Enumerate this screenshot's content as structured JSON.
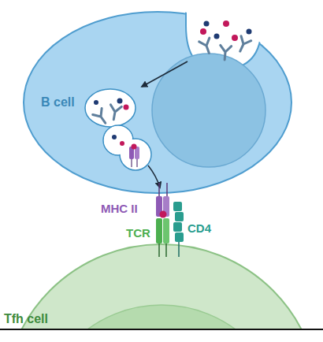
{
  "diagram": {
    "nodes": [
      {
        "text": [
          "B cell"
        ]
      },
      {
        "text": [
          "Tfh cell"
        ]
      }
    ],
    "labels": [
      "MHC II",
      "TCR",
      "CD4"
    ]
  }
}
